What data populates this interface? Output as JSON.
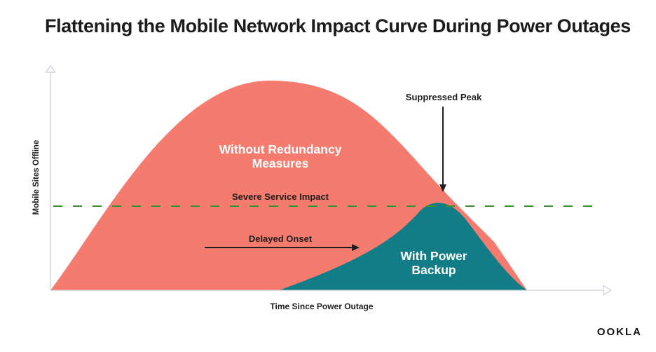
{
  "title": "Flattening the Mobile Network Impact Curve During Power Outages",
  "axes": {
    "y_label": "Mobile Sites Offline",
    "x_label": "Time Since Power Outage"
  },
  "regions": {
    "without_line1": "Without Redundancy",
    "without_line2": "Measures",
    "with_line1": "With Power",
    "with_line2": "Backup"
  },
  "annotations": {
    "threshold": "Severe Service Impact",
    "suppressed_peak": "Suppressed Peak",
    "delayed_onset": "Delayed Onset"
  },
  "brand": "OOKLA",
  "colors": {
    "without_fill": "#f47b6e",
    "with_fill": "#127d86",
    "threshold_line": "#3e8f2f",
    "axis": "#c9ced6",
    "label_on_fill": "#ffffff",
    "label_dark": "#1e1e1e"
  }
}
